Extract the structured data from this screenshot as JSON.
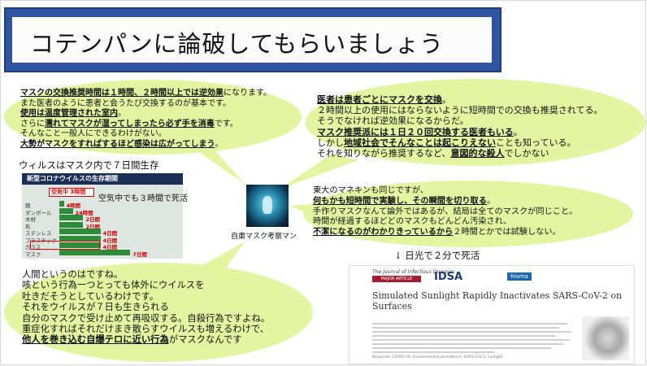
{
  "title": "コテンパンに論破してもらいましょう",
  "bubble_top_left": {
    "lines": [
      {
        "parts": [
          {
            "t": "マスクの交換推奨時間は１時間、２時間以上では逆効果",
            "b": true,
            "u": true
          },
          {
            "t": "になります。",
            "b": false,
            "u": false
          }
        ]
      },
      {
        "parts": [
          {
            "t": "また医者のように患者と会うたび交換するのが基本です。",
            "b": false,
            "u": false
          }
        ]
      },
      {
        "parts": [
          {
            "t": "使用は温度管理された室内",
            "b": true,
            "u": true
          },
          {
            "t": "。",
            "b": false,
            "u": false
          }
        ]
      },
      {
        "parts": [
          {
            "t": "さらに",
            "b": false,
            "u": false
          },
          {
            "t": "濡れてマスクが湿ってしまったら必ず手を消毒",
            "b": true,
            "u": true
          },
          {
            "t": "です。",
            "b": false,
            "u": false
          }
        ]
      },
      {
        "parts": [
          {
            "t": "そんなこと一般人にできるわけがない。",
            "b": false,
            "u": false
          }
        ]
      },
      {
        "parts": [
          {
            "t": "大勢がマスクをすればするほど感染は広がってしまう",
            "b": true,
            "u": true
          },
          {
            "t": "。",
            "b": false,
            "u": false
          }
        ]
      }
    ]
  },
  "bubble_top_right": {
    "lines": [
      {
        "parts": [
          {
            "t": "医者は患者ごとにマスクを交換",
            "b": true,
            "u": true
          },
          {
            "t": "。",
            "b": false,
            "u": false
          }
        ]
      },
      {
        "parts": [
          {
            "t": "２時間以上の使用にはならないように短時間での交換も推奨されてる。",
            "b": false,
            "u": false
          }
        ]
      },
      {
        "parts": [
          {
            "t": "そうでなければ逆効果になるからだ。",
            "b": false,
            "u": false
          }
        ]
      },
      {
        "parts": [
          {
            "t": "マスク推奨派には１日２０回交換する医者もいる",
            "b": true,
            "u": true
          },
          {
            "t": "。",
            "b": false,
            "u": false
          }
        ]
      },
      {
        "parts": [
          {
            "t": "しかし",
            "b": false,
            "u": false
          },
          {
            "t": "地域社会でそんなことは起こりえない",
            "b": true,
            "u": true
          },
          {
            "t": "ことも知っている。",
            "b": false,
            "u": false
          }
        ]
      },
      {
        "parts": [
          {
            "t": "それを知りながら推奨するなど、",
            "b": false,
            "u": false
          },
          {
            "t": "意図的な殺人",
            "b": true,
            "u": true
          },
          {
            "t": "でしかない",
            "b": false,
            "u": false
          }
        ]
      }
    ]
  },
  "bubble_mid_right": {
    "lines": [
      {
        "parts": [
          {
            "t": "東大のマネキンも同じですが、",
            "b": false,
            "u": false
          }
        ]
      },
      {
        "parts": [
          {
            "t": "何もかも短時間で実験し、その瞬間を切り取る",
            "b": true,
            "u": true
          },
          {
            "t": "。",
            "b": false,
            "u": false
          }
        ]
      },
      {
        "parts": [
          {
            "t": "手作りマスクなんて論外ではあるが、結局は全てのマスクが同じこと。",
            "b": false,
            "u": false
          }
        ]
      },
      {
        "parts": [
          {
            "t": "時間が経過するほどどのマスクもどんどん汚染され、",
            "b": false,
            "u": false
          }
        ]
      },
      {
        "parts": [
          {
            "t": "不潔になるのがわかりきっているから",
            "b": true,
            "u": true
          },
          {
            "t": "２時間とかでは試験しない。",
            "b": false,
            "u": false
          }
        ]
      }
    ]
  },
  "bubble_bottom_left": {
    "lines": [
      {
        "parts": [
          {
            "t": "人間というのはですね。",
            "b": false,
            "u": false
          }
        ]
      },
      {
        "parts": [
          {
            "t": "咳という行為一つとっても体外にウイルスを",
            "b": false,
            "u": false
          }
        ]
      },
      {
        "parts": [
          {
            "t": "吐きだそうとしているわけです。",
            "b": false,
            "u": false
          }
        ]
      },
      {
        "parts": [
          {
            "t": "それをウイルスが７日も生きられる",
            "b": false,
            "u": false
          }
        ]
      },
      {
        "parts": [
          {
            "t": "自分のマスクで受け止めて再吸収する。自殺行為ですよね。",
            "b": false,
            "u": false
          }
        ]
      },
      {
        "parts": [
          {
            "t": "重症化すればそれだけまき散らすウイルスも増えるわけで、",
            "b": false,
            "u": false
          }
        ]
      },
      {
        "parts": [
          {
            "t": "他人を巻き込む自爆テロに近い行為",
            "b": true,
            "u": true
          },
          {
            "t": "がマスクなんです",
            "b": false,
            "u": false
          }
        ]
      }
    ]
  },
  "labels": {
    "virus_survival": "ウィルスはマスク内で７日間生存",
    "air_note": "空気中でも３時間で死活",
    "sunlight": "↓ 日光で２分で死活",
    "character": "自粛マスク考察マン"
  },
  "tv": {
    "header": "新型コロナウイルスの生存期間",
    "highlight": "空気中 3時間",
    "rows": [
      {
        "label": "銅",
        "value": "4時間",
        "frac": 0.06
      },
      {
        "label": "ダンボール",
        "value": "24時間",
        "frac": 0.18
      },
      {
        "label": "木材",
        "value": "2日間",
        "frac": 0.32
      },
      {
        "label": "布",
        "value": "2日間",
        "frac": 0.32
      },
      {
        "label": "ステンレス",
        "value": "4日間",
        "frac": 0.55
      },
      {
        "label": "プラスチック",
        "value": "4日間",
        "frac": 0.55
      },
      {
        "label": "ガラス",
        "value": "4日間",
        "frac": 0.55
      },
      {
        "label": "マスク",
        "value": "7日間",
        "frac": 0.95
      }
    ]
  },
  "paper": {
    "journal": "The Journal of Infectious Diseases",
    "badge": "MAJOR ARTICLE",
    "idsa": "IDSA",
    "hivma": "hivma",
    "title_line1": "Simulated Sunlight Rapidly Inactivates SARS-CoV-2 on",
    "title_line2": "Surfaces",
    "keywords": "Keywords: COVID-19; environmental persistence; SARS-CoV-2; sunlight."
  },
  "colors": {
    "title_bar": "#2e54a3",
    "bubble": "#e4f5a1",
    "tv_bar": "#2e8b3a"
  }
}
